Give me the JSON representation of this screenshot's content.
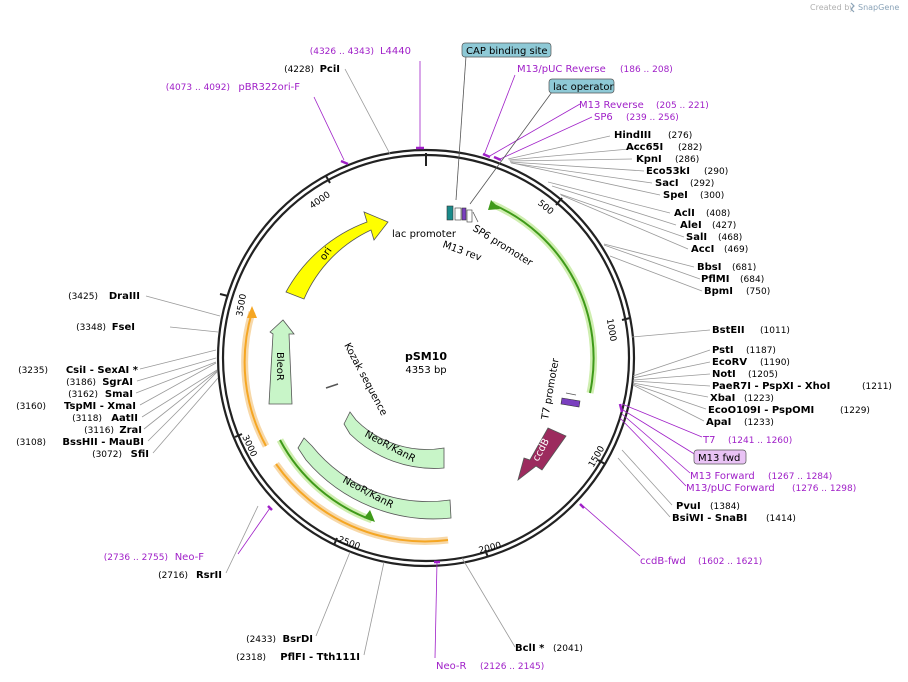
{
  "credit": {
    "prefix": "Created by",
    "brand": "SnapGene"
  },
  "plasmid": {
    "name": "pSM10",
    "length_label": "4353 bp",
    "length": 4353
  },
  "ticks": [
    {
      "label": "500",
      "bp": 500
    },
    {
      "label": "1000",
      "bp": 1000
    },
    {
      "label": "1500",
      "bp": 1500
    },
    {
      "label": "2000",
      "bp": 2000
    },
    {
      "label": "2500",
      "bp": 2500
    },
    {
      "label": "3000",
      "bp": 3000
    },
    {
      "label": "3500",
      "bp": 3500
    },
    {
      "label": "4000",
      "bp": 4000
    }
  ],
  "enzymes_right": [
    {
      "name": "HindIII",
      "pos": "(276)"
    },
    {
      "name": "Acc65I",
      "pos": "(282)"
    },
    {
      "name": "KpnI",
      "pos": "(286)"
    },
    {
      "name": "Eco53kI",
      "pos": "(290)"
    },
    {
      "name": "SacI",
      "pos": "(292)"
    },
    {
      "name": "SpeI",
      "pos": "(300)"
    },
    {
      "name": "AclI",
      "pos": "(408)"
    },
    {
      "name": "AleI",
      "pos": "(427)"
    },
    {
      "name": "SalI",
      "pos": "(468)"
    },
    {
      "name": "AccI",
      "pos": "(469)"
    },
    {
      "name": "BbsI",
      "pos": "(681)"
    },
    {
      "name": "PflMI",
      "pos": "(684)"
    },
    {
      "name": "BpmI",
      "pos": "(750)"
    },
    {
      "name": "BstEII",
      "pos": "(1011)"
    },
    {
      "name": "PstI",
      "pos": "(1187)"
    },
    {
      "name": "EcoRV",
      "pos": "(1190)"
    },
    {
      "name": "NotI",
      "pos": "(1205)"
    },
    {
      "name": "PaeR7I - PspXI - XhoI",
      "pos": "(1211)"
    },
    {
      "name": "XbaI",
      "pos": "(1223)"
    },
    {
      "name": "EcoO109I - PspOMI",
      "pos": "(1229)"
    },
    {
      "name": "ApaI",
      "pos": "(1233)"
    },
    {
      "name": "PvuI",
      "pos": "(1384)"
    },
    {
      "name": "BsiWI - SnaBI",
      "pos": "(1414)"
    },
    {
      "name": "BclI *",
      "pos": "(2041)"
    }
  ],
  "enzymes_left": [
    {
      "name": "PciI",
      "pos": "(4228)"
    },
    {
      "name": "DraIII",
      "pos": "(3425)"
    },
    {
      "name": "FseI",
      "pos": "(3348)"
    },
    {
      "name": "CsiI - SexAI *",
      "pos": "(3235)"
    },
    {
      "name": "SgrAI",
      "pos": "(3186)"
    },
    {
      "name": "SmaI",
      "pos": "(3162)"
    },
    {
      "name": "TspMI - XmaI",
      "pos": "(3160)"
    },
    {
      "name": "AatII",
      "pos": "(3118)"
    },
    {
      "name": "ZraI",
      "pos": "(3116)"
    },
    {
      "name": "BssHII - MauBI",
      "pos": "(3108)"
    },
    {
      "name": "SfiI",
      "pos": "(3072)"
    },
    {
      "name": "RsrII",
      "pos": "(2716)"
    },
    {
      "name": "BsrDI",
      "pos": "(2433)"
    },
    {
      "name": "PflFI - Tth111I",
      "pos": "(2318)"
    }
  ],
  "primers": [
    {
      "name": "L4440",
      "pos": "(4326 .. 4343)"
    },
    {
      "name": "pBR322ori-F",
      "pos": "(4073 .. 4092)"
    },
    {
      "name": "M13/pUC Reverse",
      "pos": "(186 .. 208)"
    },
    {
      "name": "M13 Reverse",
      "pos": "(205 .. 221)"
    },
    {
      "name": "SP6",
      "pos": "(239 .. 256)"
    },
    {
      "name": "T7",
      "pos": "(1241 .. 1260)"
    },
    {
      "name": "M13 fwd",
      "pos": ""
    },
    {
      "name": "M13 Forward",
      "pos": "(1267 .. 1284)"
    },
    {
      "name": "M13/pUC Forward",
      "pos": "(1276 .. 1298)"
    },
    {
      "name": "ccdB-fwd",
      "pos": "(1602 .. 1621)"
    },
    {
      "name": "Neo-R",
      "pos": "(2126 .. 2145)"
    },
    {
      "name": "Neo-F",
      "pos": "(2736 .. 2755)"
    }
  ],
  "boxed_labels": [
    {
      "name": "CAP binding site"
    },
    {
      "name": "lac operator"
    }
  ],
  "features": [
    {
      "name": "ori",
      "color": "#ffff00"
    },
    {
      "name": "BleoR",
      "color": "#c8f5c8"
    },
    {
      "name": "NeoR/KanR",
      "color": "#c8f5c8"
    },
    {
      "name": "NeoR/KanR",
      "color": "#c8f5c8"
    },
    {
      "name": "ccdB",
      "color": "#9c2b5e"
    },
    {
      "name": "lac promoter",
      "color": "#1a8a8a"
    },
    {
      "name": "M13 rev",
      "color": "#7a3fbf"
    },
    {
      "name": "SP6 promoter",
      "color": "#ffffff"
    },
    {
      "name": "T7 promoter",
      "color": "#7a3fbf"
    },
    {
      "name": "Kozak sequence",
      "color": "#555555"
    }
  ],
  "colors": {
    "primer": "#a020c8",
    "primer_box": "#e9c3f5",
    "cap_box": "#8ec9d6",
    "ring": "#222222",
    "yellow_orf": "#f5a623",
    "green_orf": "#3f9a1a"
  }
}
